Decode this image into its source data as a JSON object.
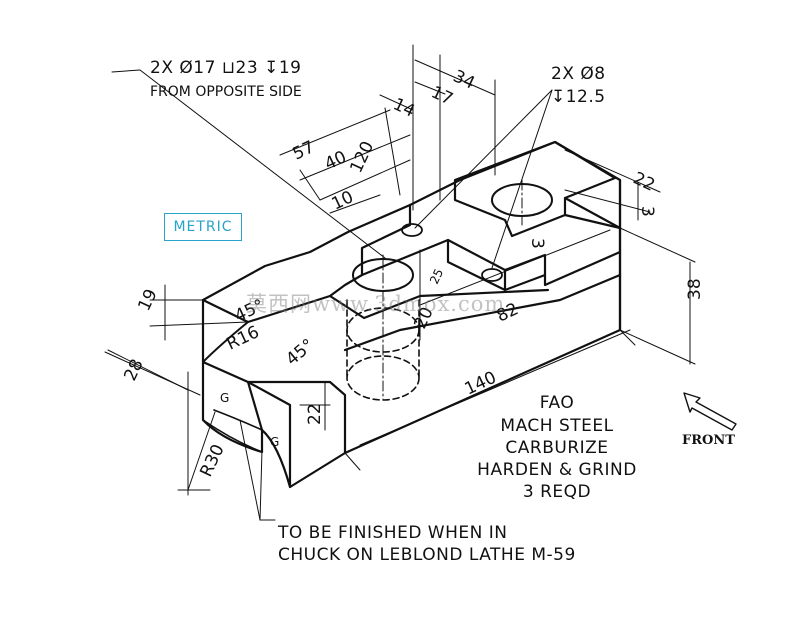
{
  "callouts": {
    "hole_large_line1": "2X Ø17 ⊔23 ↧19",
    "hole_large_line2": "FROM OPPOSITE SIDE",
    "hole_small_line1": "2X Ø8",
    "hole_small_line2": "↧12.5"
  },
  "metric_label": "METRIC",
  "watermark": "莫西网www.3dmox.com",
  "dimensions": {
    "d34": "34",
    "d17": "17",
    "d14": "14",
    "d57": "57",
    "d40": "40",
    "d120": "120",
    "d10": "10",
    "d22_top": "22",
    "d3_right": "3",
    "d3_slot": "3",
    "d38": "38",
    "d82": "82",
    "d140": "140",
    "d19": "19",
    "d28": "28",
    "r16": "R16",
    "a45_left": "45°",
    "a45_right": "45°",
    "d20": "20",
    "d22_front": "22",
    "r30": "R30",
    "d25": "25"
  },
  "finish_marks": {
    "g1": "G",
    "g2": "G"
  },
  "notes": {
    "line1": "FAO",
    "line2": "MACH STEEL",
    "line3": "CARBURIZE",
    "line4": "HARDEN & GRIND",
    "line5": "3 REQD"
  },
  "front_label": "FRONT",
  "finish_note": {
    "line1": "TO BE FINISHED WHEN IN",
    "line2": "CHUCK ON LEBLOND LATHE M-59"
  }
}
